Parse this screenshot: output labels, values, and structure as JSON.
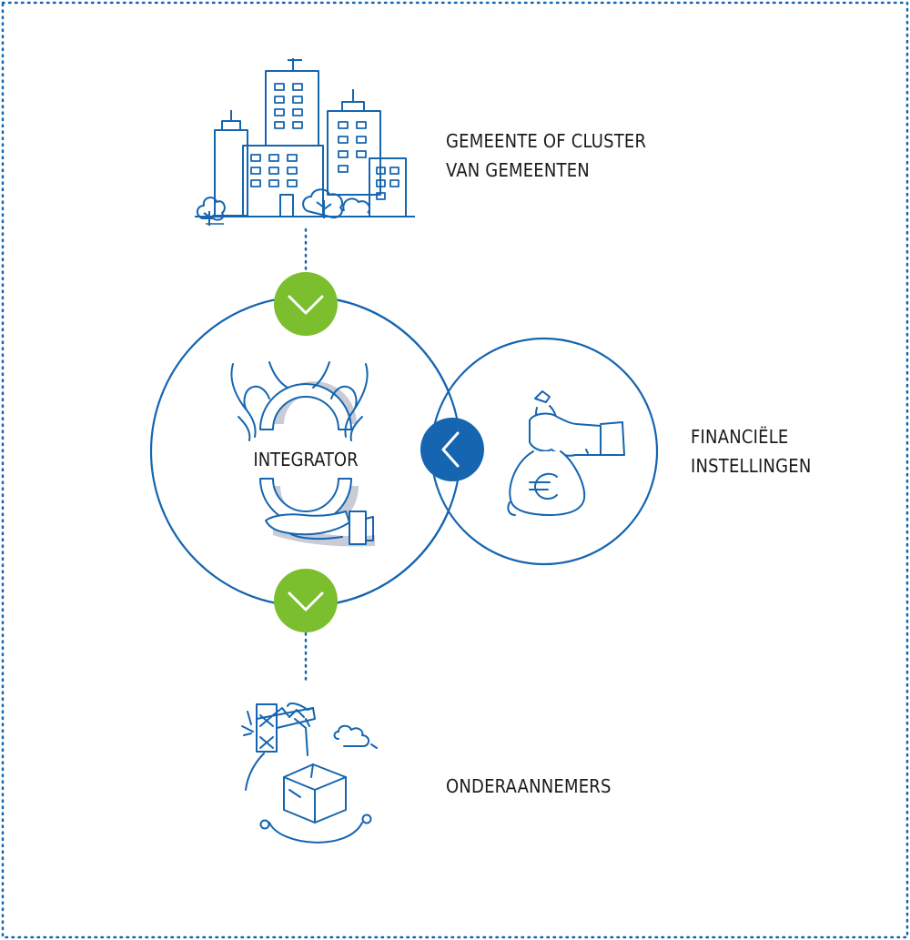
{
  "nodes": {
    "municipality": {
      "line1": "GEMEENTE OF CLUSTER",
      "line2": "VAN GEMEENTEN",
      "icon": "city-buildings-icon"
    },
    "integrator": {
      "label": "INTEGRATOR",
      "icon": "hands-circle-icon"
    },
    "financial": {
      "line1": "FINANCIËLE",
      "line2": "INSTELLINGEN",
      "icon": "money-bag-euro-icon"
    },
    "subcontractors": {
      "label": "ONDERAANNEMERS",
      "icon": "crane-box-icon"
    }
  },
  "colors": {
    "blue": "#1565b0",
    "green": "#7bbf2e",
    "shadow": "#c9cbd6",
    "text": "#1b1b1b"
  }
}
